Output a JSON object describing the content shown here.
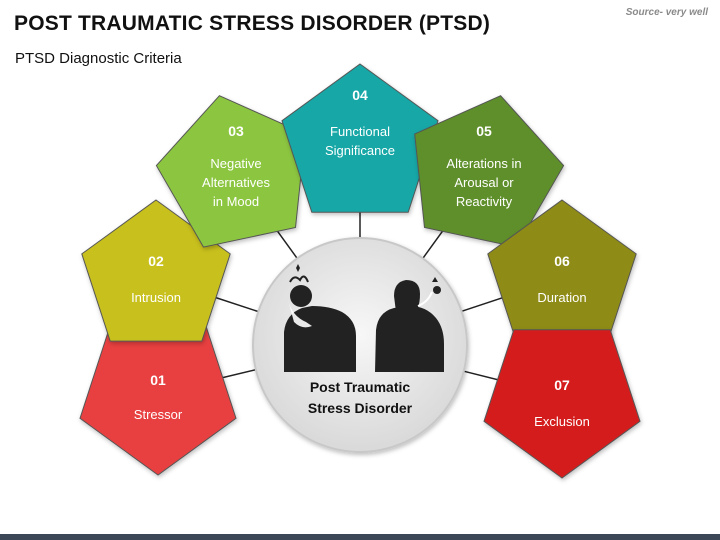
{
  "header": {
    "title": "POST TRAUMATIC STRESS DISORDER (PTSD)",
    "subtitle": "PTSD Diagnostic Criteria",
    "source": "Source- very well"
  },
  "center": {
    "lines": [
      "Post Traumatic",
      "Stress Disorder"
    ]
  },
  "criteria": [
    {
      "number": "01",
      "lines": [
        "Stressor"
      ],
      "color": "#e84141"
    },
    {
      "number": "02",
      "lines": [
        "Intrusion"
      ],
      "color": "#c8c01f"
    },
    {
      "number": "03",
      "lines": [
        "Negative",
        "Alternatives",
        "in Mood"
      ],
      "color": "#8cc63f"
    },
    {
      "number": "04",
      "lines": [
        "Functional",
        "Significance"
      ],
      "color": "#19a7a6"
    },
    {
      "number": "05",
      "lines": [
        "Alterations in",
        "Arousal or",
        "Reactivity"
      ],
      "color": "#5e8f2a"
    },
    {
      "number": "06",
      "lines": [
        "Duration"
      ],
      "color": "#8e8b19"
    },
    {
      "number": "07",
      "lines": [
        "Exclusion"
      ],
      "color": "#d41f1f"
    }
  ]
}
